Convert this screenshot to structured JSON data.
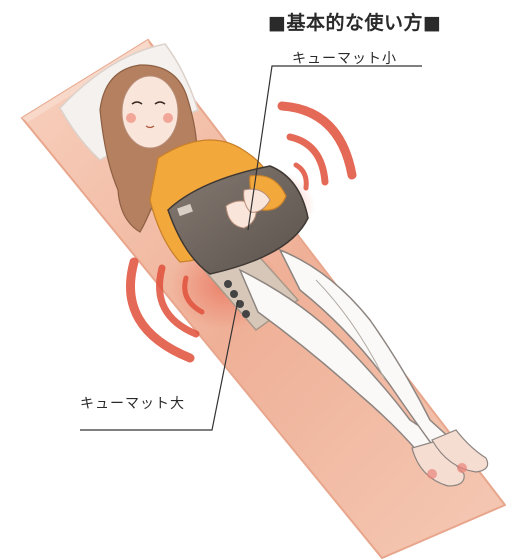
{
  "title": "■基本的な使い方■",
  "labels": {
    "mat_small": "キューマット小",
    "mat_large": "キューマット大"
  },
  "colors": {
    "mattress": "#efb49b",
    "heat_waves": "#e0503a",
    "shirt": "#f3a83c",
    "hair": "#b48060",
    "mat": "#6f6660"
  }
}
